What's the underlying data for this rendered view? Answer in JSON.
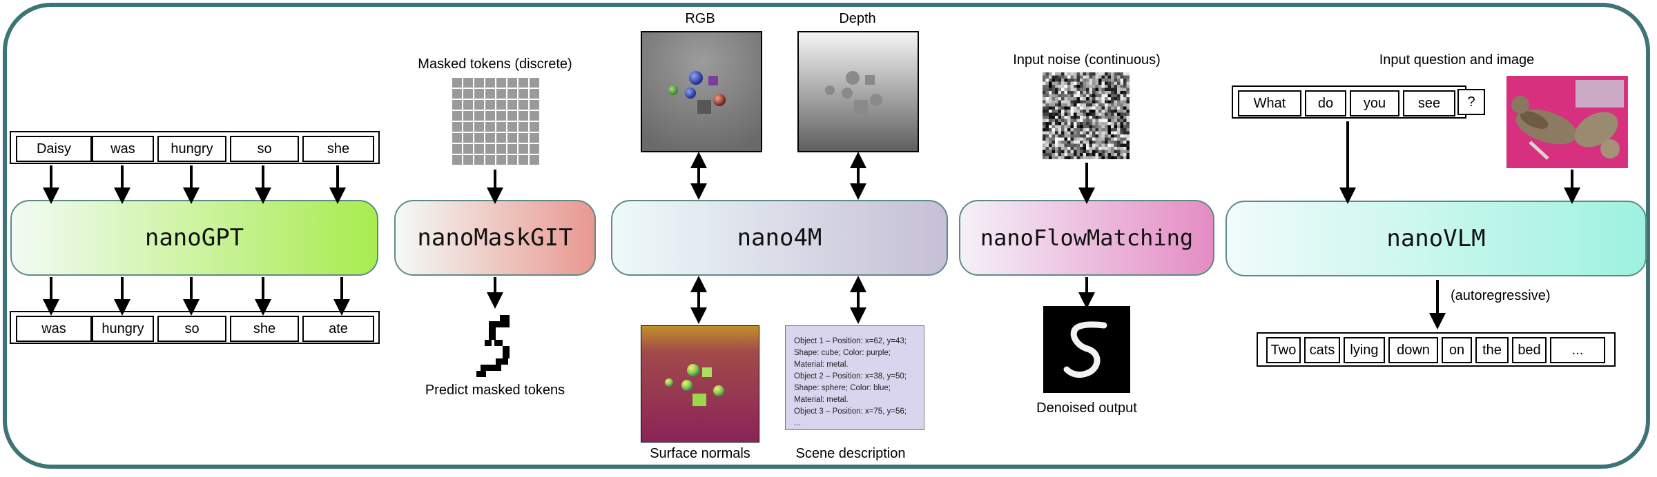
{
  "models": {
    "gpt": "nanoGPT",
    "maskgit": "nanoMaskGIT",
    "fourm": "nano4M",
    "flow": "nanoFlowMatching",
    "vlm": "nanoVLM"
  },
  "gpt": {
    "input_tokens": [
      "Daisy",
      "was",
      "hungry",
      "so",
      "she"
    ],
    "output_tokens": [
      "was",
      "hungry",
      "so",
      "she",
      "ate"
    ]
  },
  "maskgit": {
    "input_label": "Masked tokens (discrete)",
    "output_label": "Predict masked tokens"
  },
  "fourm": {
    "rgb_label": "RGB",
    "depth_label": "Depth",
    "normals_label": "Surface normals",
    "scene_label": "Scene description",
    "scene_text": "Object 1 – Position: x=62, y=43;\nShape: cube; Color: purple;\nMaterial: metal.\nObject 2 – Position: x=38, y=50;\nShape: sphere; Color: blue;\nMaterial: metal.\nObject 3 – Position: x=75, y=56;\n..."
  },
  "flow": {
    "input_label": "Input noise (continuous)",
    "output_label": "Denoised output"
  },
  "vlm": {
    "input_label": "Input question and image",
    "question_tokens": [
      "What",
      "do",
      "you",
      "see",
      "?"
    ],
    "mode_label": "(autoregressive)",
    "answer_tokens": [
      "Two",
      "cats",
      "lying",
      "down",
      "on",
      "the",
      "bed",
      "..."
    ]
  },
  "colors": {
    "frame": "#3d7475",
    "gpt_gradient": [
      "#f2fbf4",
      "#a8ec4f"
    ],
    "maskgit_gradient": [
      "#f4faf6",
      "#e89890"
    ],
    "fourm_gradient": [
      "#eefafa",
      "#c6bfd6"
    ],
    "flow_gradient": [
      "#f4f1f9",
      "#e48cc4"
    ],
    "vlm_gradient": [
      "#f1fbfb",
      "#9ef2df"
    ],
    "scene_bg": "#d9d5ee"
  }
}
